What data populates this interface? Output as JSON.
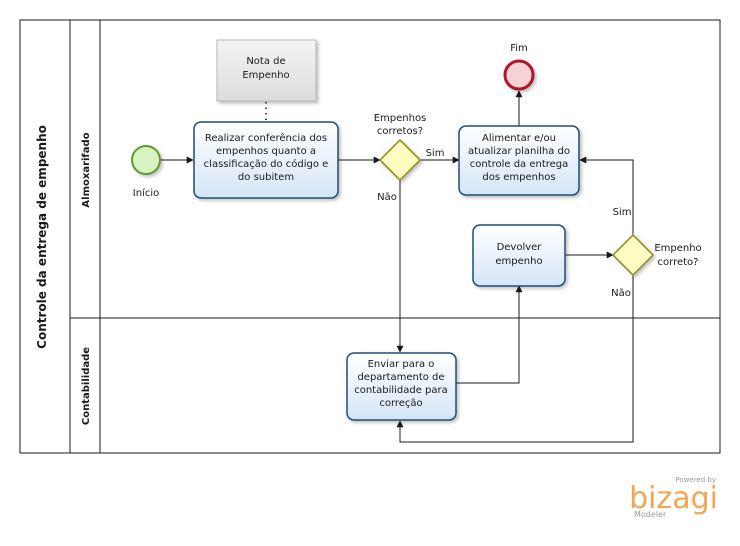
{
  "pool": {
    "title": "Controle da entrega de empenho"
  },
  "lanes": {
    "top": "Almoxarifado",
    "bottom": "Contabilidade"
  },
  "events": {
    "start": "Início",
    "end": "Fim"
  },
  "artifact": {
    "line1": "Nota de",
    "line2": "Empenho"
  },
  "tasks": {
    "conferencia": [
      "Realizar conferência dos",
      "empenhos quanto a",
      "classificação do código e",
      "do subitem"
    ],
    "alimentar": [
      "Alimentar e/ou",
      "atualizar planilha do",
      "controle da entrega",
      "dos empenhos"
    ],
    "devolver": [
      "Devolver",
      "empenho"
    ],
    "enviar": [
      "Enviar para o",
      "departamento de",
      "contabilidade para",
      "correção"
    ]
  },
  "gateways": {
    "g1": [
      "Empenhos",
      "corretos?"
    ],
    "g2": [
      "Empenho",
      "correto?"
    ]
  },
  "flows": {
    "yes": "Sim",
    "no": "Não"
  },
  "branding": {
    "powered": "Powered by",
    "name": "bizagi",
    "product": "Modeler"
  },
  "colors": {
    "task_fill": "#e8f1fb",
    "task_stroke": "#1f4e79",
    "gateway_fill": "#fefcc0",
    "gateway_stroke": "#8a8a1a",
    "start_fill": "#d9f2c4",
    "start_stroke": "#5e9a2c",
    "end_fill": "#f6d2d6",
    "end_stroke": "#b0162b",
    "brand": "#f2a654"
  }
}
